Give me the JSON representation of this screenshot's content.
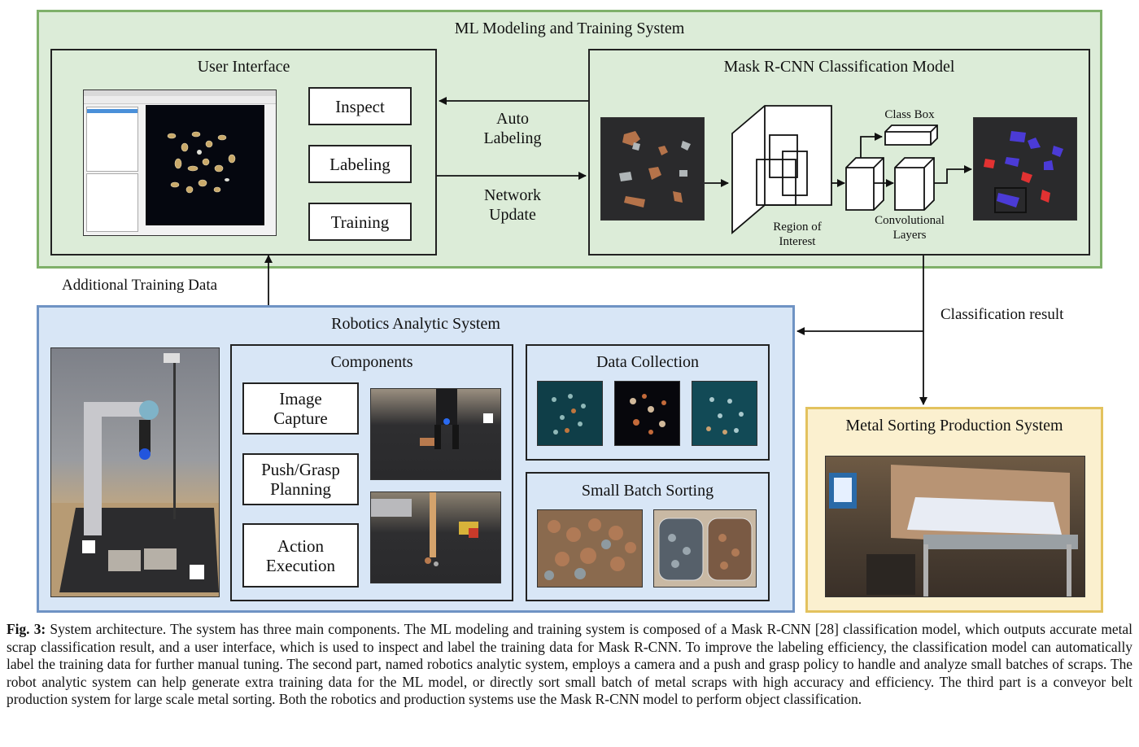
{
  "ml_system": {
    "title": "ML Modeling and Training System",
    "user_interface": {
      "title": "User Interface",
      "buttons": [
        "Inspect",
        "Labeling",
        "Training"
      ]
    },
    "arrows": {
      "auto_labeling": "Auto\nLabeling",
      "network_update": "Network\nUpdate"
    },
    "mask_rcnn": {
      "title": "Mask R-CNN Classification Model",
      "class_box": "Class Box",
      "region_of_interest": "Region of\nInterest",
      "conv_layers": "Convolutional\nLayers"
    }
  },
  "additional_training_data": "Additional Training Data",
  "classification_result": "Classification result",
  "robotics_system": {
    "title": "Robotics Analytic System",
    "components": {
      "title": "Components",
      "items": [
        "Image\nCapture",
        "Push/Grasp\nPlanning",
        "Action\nExecution"
      ]
    },
    "data_collection": {
      "title": "Data Collection"
    },
    "small_batch_sorting": {
      "title": "Small Batch Sorting"
    }
  },
  "production_system": {
    "title": "Metal Sorting Production System"
  },
  "caption": {
    "label": "Fig. 3:",
    "text": "System architecture. The system has three main components. The ML modeling and training system is composed of a Mask R-CNN [28] classification model, which outputs accurate metal scrap classification result, and a user interface, which is used to inspect and label the training data for Mask R-CNN. To improve the labeling efficiency, the classification model can automatically label the training data for further manual tuning. The second part, named robotics analytic system, employs a camera and a push and grasp policy to handle and analyze small batches of scraps. The robot analytic system can help generate extra training data for the ML model, or directly sort small batch of metal scraps with high accuracy and efficiency. The third part is a conveyor belt production system for large scale metal sorting. Both the robotics and production systems use the Mask R-CNN model to perform object classification."
  },
  "colors": {
    "ml_fill": "#dcecd8",
    "ml_border": "#7fb06a",
    "robot_fill": "#d8e6f6",
    "robot_border": "#6f93c4",
    "prod_fill": "#fbf0cf",
    "prod_border": "#e3c25e"
  }
}
